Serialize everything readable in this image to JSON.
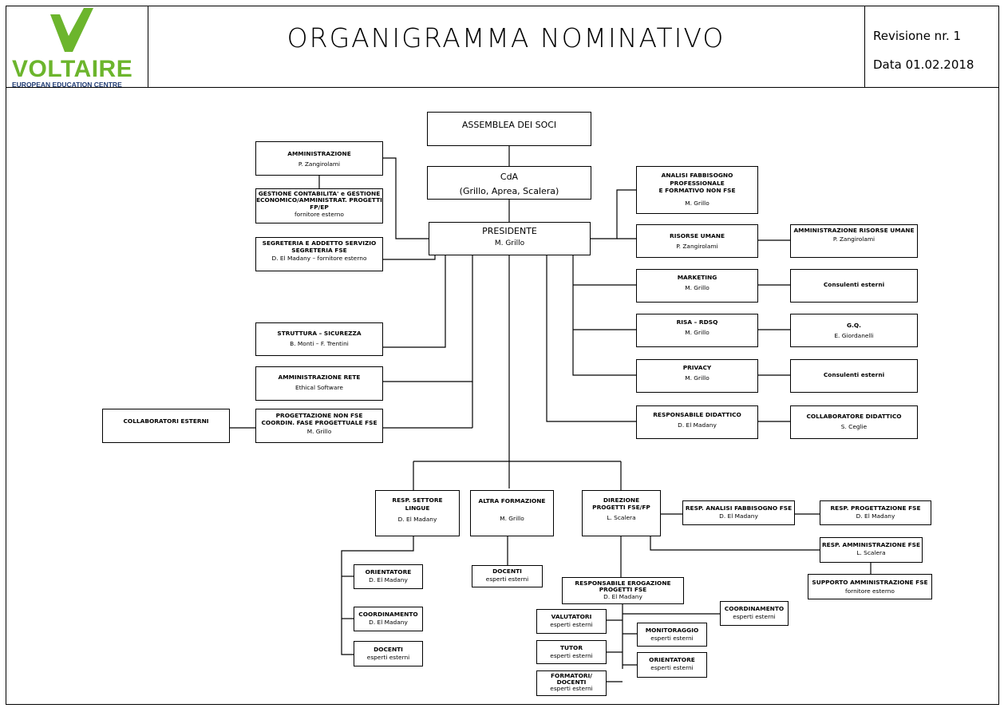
{
  "header": {
    "logo_word": "VOLTAIRE",
    "logo_sub": "EUROPEAN EDUCATION CENTRE",
    "title": "ORGANIGRAMMA NOMINATIVO",
    "revision_label": "Revisione nr. 1",
    "date_label": "Data   01.02.2018"
  },
  "colors": {
    "logo_green": "#6cb52d",
    "logo_navy": "#1f3b73",
    "lines": "#000000"
  },
  "nodes": {
    "assemblea": {
      "title": "ASSEMBLEA DEI SOCI",
      "sub": ""
    },
    "cda": {
      "title": "CdA",
      "sub": "(Grillo, Aprea, Scalera)"
    },
    "presidente": {
      "title": "PRESIDENTE",
      "sub": "M. Grillo"
    },
    "amministrazione": {
      "title": "AMMINISTRAZIONE",
      "sub": "P. Zangirolami"
    },
    "gestione_contabilita": {
      "title": "GESTIONE CONTABILITA' e GESTIONE\nECONOMICO/AMMINISTRAT. PROGETTI\nFP/EP",
      "sub": "fornitore esterno"
    },
    "segreteria": {
      "title": "SEGRETERIA E ADDETTO SERVIZIO\nSEGRETERIA FSE",
      "sub": "D. El Madany – fornitore esterno"
    },
    "struttura_sicurezza": {
      "title": "STRUTTURA – SICUREZZA",
      "sub": "B. Monti – F. Trentini"
    },
    "amministrazione_rete": {
      "title": "AMMINISTRAZIONE RETE",
      "sub": "Ethical Software"
    },
    "progettazione_non_fse": {
      "title": "PROGETTAZIONE NON FSE\nCOORDIN. FASE PROGETTUALE FSE",
      "sub": "M. Grillo"
    },
    "collaboratori_esterni": {
      "title": "COLLABORATORI ESTERNI",
      "sub": ""
    },
    "analisi_fabbisogno": {
      "title": "ANALISI FABBISOGNO PROFESSIONALE\nE FORMATIVO NON FSE",
      "sub": "M. Grillo"
    },
    "risorse_umane": {
      "title": "RISORSE UMANE",
      "sub": "P. Zangirolami"
    },
    "amm_risorse_umane": {
      "title": "AMMINISTRAZIONE RISORSE UMANE",
      "sub": "P. Zangirolami"
    },
    "marketing": {
      "title": "MARKETING",
      "sub": "M. Grillo"
    },
    "consulenti_esterni_1": {
      "title": "Consulenti esterni",
      "sub": ""
    },
    "risa_rdsq": {
      "title": "RISA – RDSQ",
      "sub": "M. Grillo"
    },
    "gq": {
      "title": "G.Q.",
      "sub": "E. Giordanelli"
    },
    "privacy": {
      "title": "PRIVACY",
      "sub": "M. Grillo"
    },
    "consulenti_esterni_2": {
      "title": "Consulenti esterni",
      "sub": ""
    },
    "resp_didattico": {
      "title": "RESPONSABILE DIDATTICO",
      "sub": "D. El Madany"
    },
    "collab_didattico": {
      "title": "COLLABORATORE DIDATTICO",
      "sub": "S. Ceglie"
    },
    "resp_lingue": {
      "title": "RESP. SETTORE\nLINGUE",
      "sub": "D. El Madany"
    },
    "altra_formazione": {
      "title": "ALTRA FORMAZIONE",
      "sub": "M. Grillo"
    },
    "direzione_fse": {
      "title": "DIREZIONE\nPROGETTI FSE/FP",
      "sub": "L. Scalera"
    },
    "resp_analisi_fse": {
      "title": "RESP. ANALISI FABBISOGNO FSE",
      "sub": "D. El Madany"
    },
    "resp_progettazione_fse": {
      "title": "RESP. PROGETTAZIONE FSE",
      "sub": "D. El Madany"
    },
    "resp_amm_fse": {
      "title": "RESP. AMMINISTRAZIONE FSE",
      "sub": "L. Scalera"
    },
    "supporto_amm_fse": {
      "title": "SUPPORTO AMMINISTRAZIONE FSE",
      "sub": "fornitore esterno"
    },
    "orientatore_lingue": {
      "title": "ORIENTATORE",
      "sub": "D. El Madany"
    },
    "coordinamento_lingue": {
      "title": "COORDINAMENTO",
      "sub": "D. El Madany"
    },
    "docenti_lingue": {
      "title": "DOCENTI",
      "sub": "esperti esterni"
    },
    "docenti_altra": {
      "title": "DOCENTI",
      "sub": "esperti esterni"
    },
    "resp_erogazione": {
      "title": "RESPONSABILE EROGAZIONE\nPROGETTI FSE",
      "sub": "D. El Madany"
    },
    "valutatori": {
      "title": "VALUTATORI",
      "sub": "esperti esterni"
    },
    "tutor": {
      "title": "TUTOR",
      "sub": "esperti esterni"
    },
    "formatori": {
      "title": "FORMATORI/\nDOCENTI",
      "sub": "esperti esterni"
    },
    "coordinamento_fse": {
      "title": "COORDINAMENTO",
      "sub": "esperti esterni"
    },
    "monitoraggio": {
      "title": "MONITORAGGIO",
      "sub": "esperti esterni"
    },
    "orientatore_fse": {
      "title": "ORIENTATORE",
      "sub": "esperti esterni"
    }
  }
}
